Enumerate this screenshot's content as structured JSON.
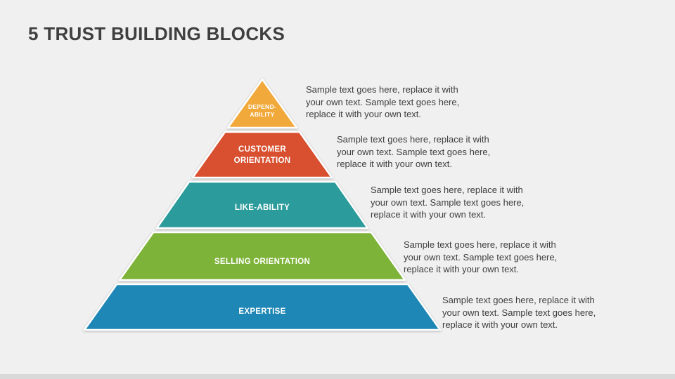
{
  "slide": {
    "title": "5 TRUST BUILDING BLOCKS",
    "background_color": "#F0F0F1"
  },
  "pyramid": {
    "levels": [
      {
        "id": "dependability",
        "label": "DEPEND-\nABILITY",
        "color": "#F2A93B",
        "text_color": "#FFFFFF",
        "description": "Sample text goes here, replace it with your own text. Sample text goes here, replace it with your own text."
      },
      {
        "id": "customer-orientation",
        "label": "CUSTOMER\nORIENTATION",
        "color": "#D8502F",
        "text_color": "#FFFFFF",
        "description": "Sample text goes here, replace it with your own text. Sample text goes here, replace it with your own text."
      },
      {
        "id": "like-ability",
        "label": "LIKE-ABILITY",
        "color": "#2B9B9B",
        "text_color": "#FFFFFF",
        "description": "Sample text goes here, replace it with your own text. Sample text goes here, replace it with your own text."
      },
      {
        "id": "selling-orientation",
        "label": "SELLING ORIENTATION",
        "color": "#7EB339",
        "text_color": "#FFFFFF",
        "description": "Sample text goes here, replace it with your own text. Sample text goes here, replace it with your own text."
      },
      {
        "id": "expertise",
        "label": "EXPERTISE",
        "color": "#1E87B5",
        "text_color": "#FFFFFF",
        "description": "Sample text goes here, replace it with your own text. Sample text goes here, replace it with your own text."
      }
    ]
  }
}
